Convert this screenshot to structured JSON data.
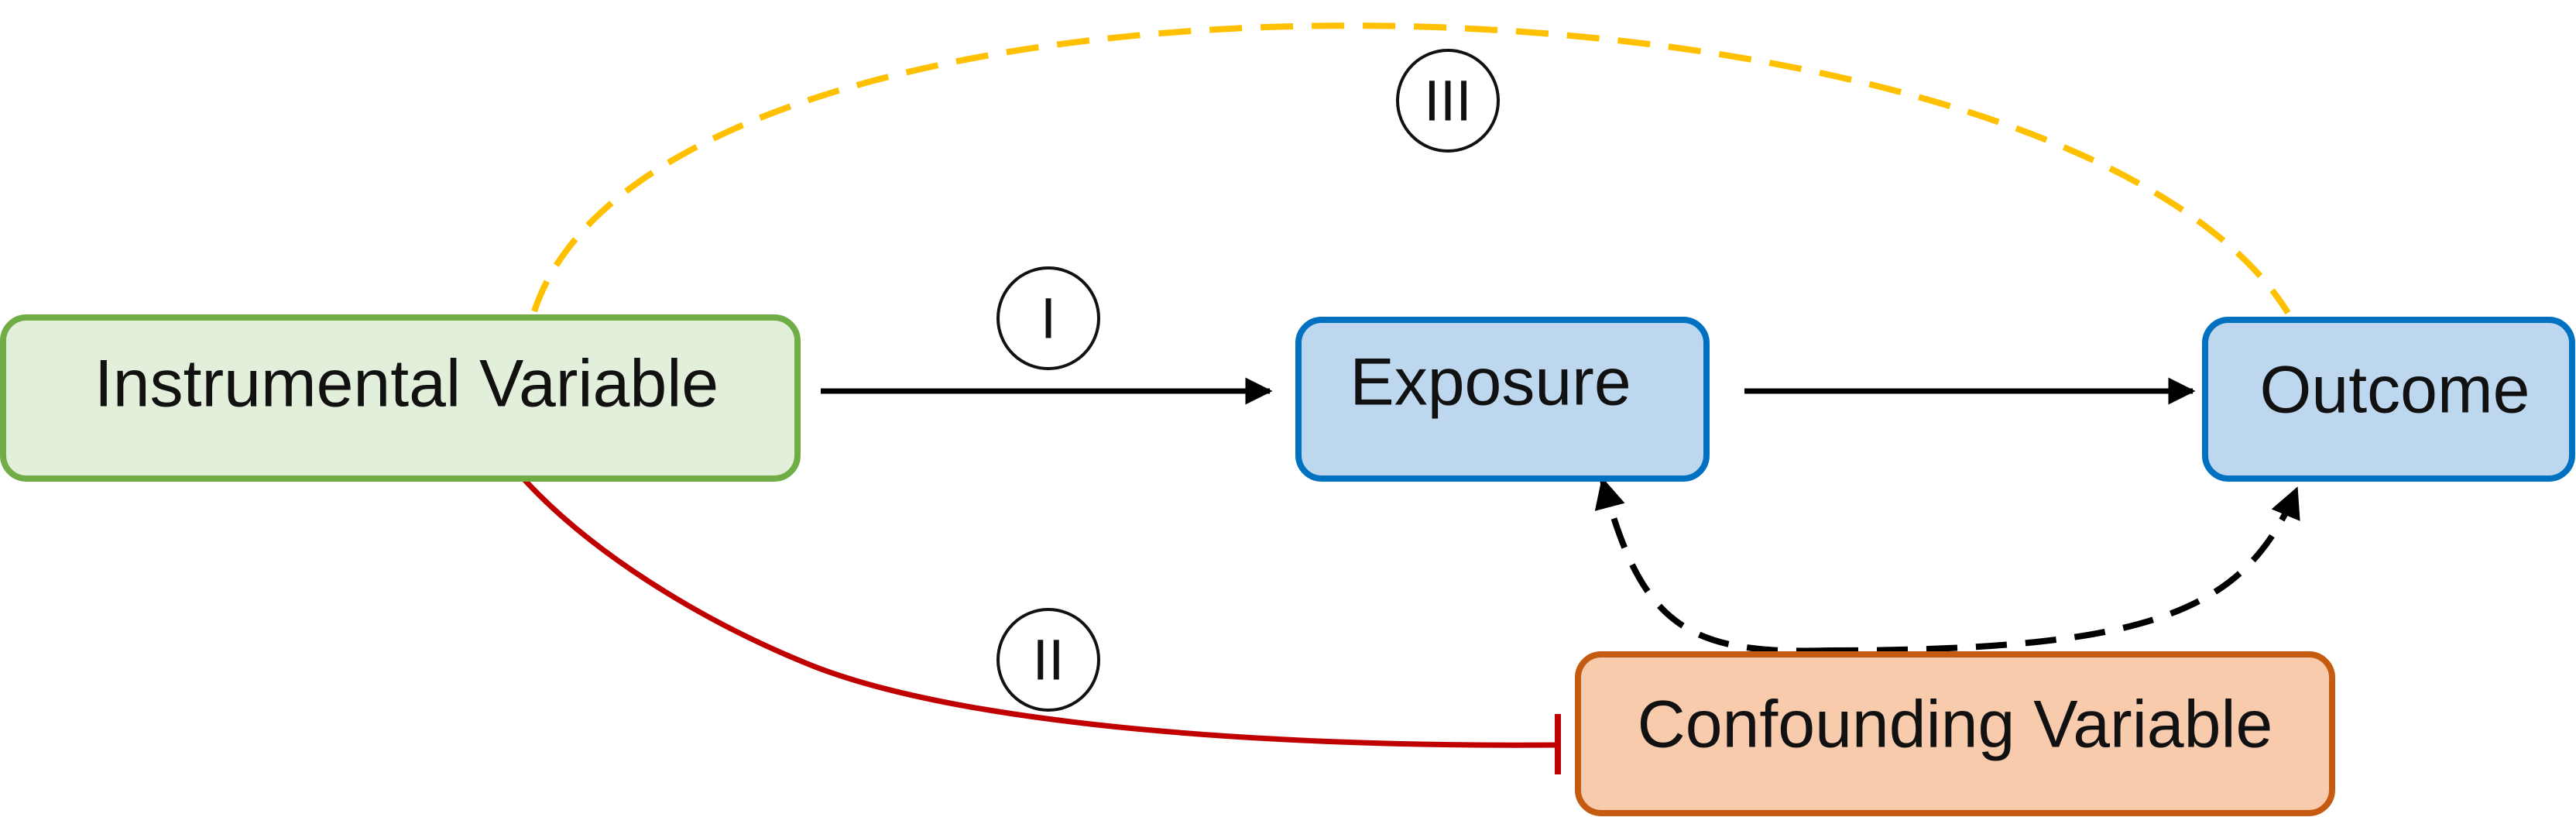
{
  "nodes": {
    "instrument": {
      "label": "Instrumental Variable"
    },
    "exposure": {
      "label": "Exposure"
    },
    "outcome": {
      "label": "Outcome"
    },
    "confounder": {
      "label": "Confounding Variable"
    }
  },
  "assumptions": {
    "one": "I",
    "two": "II",
    "three": "III"
  },
  "colors": {
    "instrument_fill": "#e2efda",
    "instrument_stroke": "#70ad47",
    "exposure_fill": "#bdd7ee",
    "exposure_stroke": "#0070c0",
    "outcome_fill": "#bdd7ee",
    "outcome_stroke": "#0070c0",
    "confounder_fill": "#f8cbad",
    "confounder_stroke": "#c55a11",
    "arrow": "#000000",
    "blocked_path": "#c00000",
    "direct_path": "#ffc000"
  }
}
